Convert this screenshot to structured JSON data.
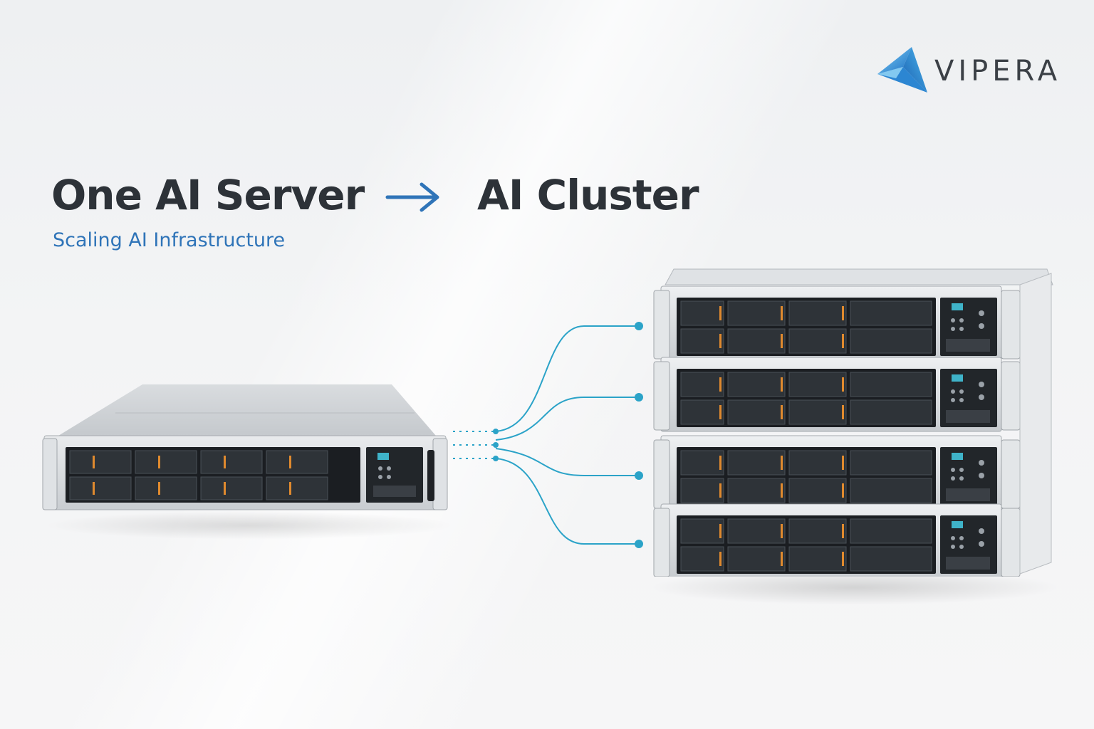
{
  "brand": {
    "name": "VIPERA",
    "logo_icon": "vipera-triangle-logo-icon",
    "accent_color": "#2a8bd6"
  },
  "headline": {
    "left": "One AI Server",
    "right": "AI Cluster",
    "arrow_icon": "arrow-right-icon",
    "subtitle": "Scaling AI Infrastructure"
  },
  "colors": {
    "title": "#2d3238",
    "subtitle": "#2f74b8",
    "arrow": "#2f74b8",
    "link_line": "#2ba3c8"
  },
  "scene": {
    "single_server": "2u-server-icon",
    "cluster_servers": [
      "server-unit-1",
      "server-unit-2",
      "server-unit-3",
      "server-unit-4"
    ]
  }
}
